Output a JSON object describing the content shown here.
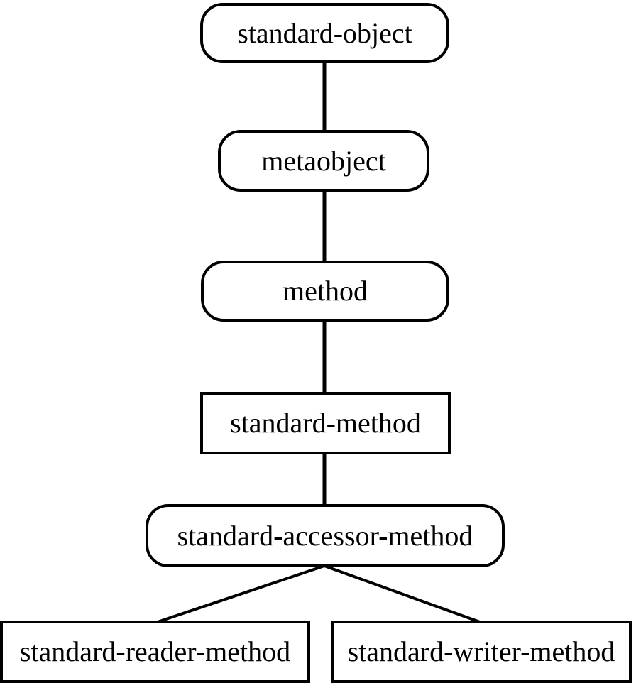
{
  "diagram": {
    "type": "class-hierarchy",
    "background": "#ffffff",
    "stroke_color": "#000000",
    "text_color": "#000000",
    "nodes": [
      {
        "id": "standard-object",
        "label": "standard-object",
        "shape": "rounded"
      },
      {
        "id": "metaobject",
        "label": "metaobject",
        "shape": "rounded"
      },
      {
        "id": "method",
        "label": "method",
        "shape": "rounded"
      },
      {
        "id": "standard-method",
        "label": "standard-method",
        "shape": "rectangle"
      },
      {
        "id": "standard-accessor-method",
        "label": "standard-accessor-method",
        "shape": "rounded"
      },
      {
        "id": "standard-reader-method",
        "label": "standard-reader-method",
        "shape": "rectangle"
      },
      {
        "id": "standard-writer-method",
        "label": "standard-writer-method",
        "shape": "rectangle"
      }
    ],
    "edges": [
      {
        "from": "standard-object",
        "to": "metaobject"
      },
      {
        "from": "metaobject",
        "to": "method"
      },
      {
        "from": "method",
        "to": "standard-method"
      },
      {
        "from": "standard-method",
        "to": "standard-accessor-method"
      },
      {
        "from": "standard-accessor-method",
        "to": "standard-reader-method"
      },
      {
        "from": "standard-accessor-method",
        "to": "standard-writer-method"
      }
    ]
  }
}
